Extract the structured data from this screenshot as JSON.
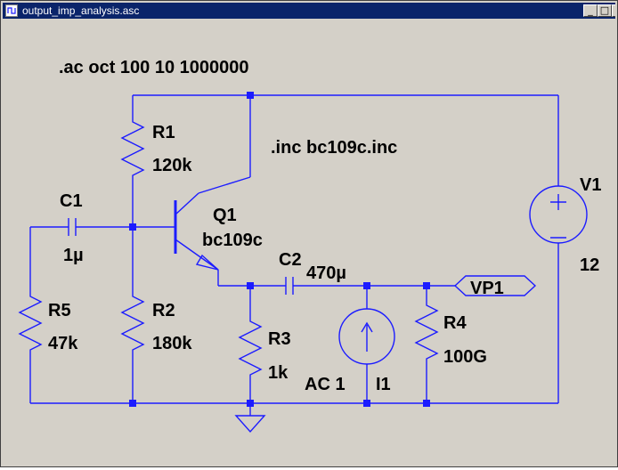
{
  "window": {
    "title": "output_imp_analysis.asc",
    "title_bar_color": "#0a246a",
    "canvas_color": "#d4d0c8",
    "wire_color": "#1c1cff"
  },
  "window_buttons": {
    "minimize": "_",
    "maximize": "□",
    "close": "X"
  },
  "directives": {
    "ac": ".ac oct 100 10 1000000",
    "inc": ".inc bc109c.inc"
  },
  "components": {
    "r1": {
      "name": "R1",
      "value": "120k"
    },
    "r2": {
      "name": "R2",
      "value": "180k"
    },
    "r3": {
      "name": "R3",
      "value": "1k"
    },
    "r4": {
      "name": "R4",
      "value": "100G"
    },
    "r5": {
      "name": "R5",
      "value": "47k"
    },
    "c1": {
      "name": "C1",
      "value": "1µ"
    },
    "c2": {
      "name": "C2",
      "value": "470µ"
    },
    "q1": {
      "name": "Q1",
      "value": "bc109c"
    },
    "v1": {
      "name": "V1",
      "value": "12"
    },
    "i1": {
      "name": "I1",
      "value": "AC 1"
    }
  },
  "net_label": "VP1"
}
